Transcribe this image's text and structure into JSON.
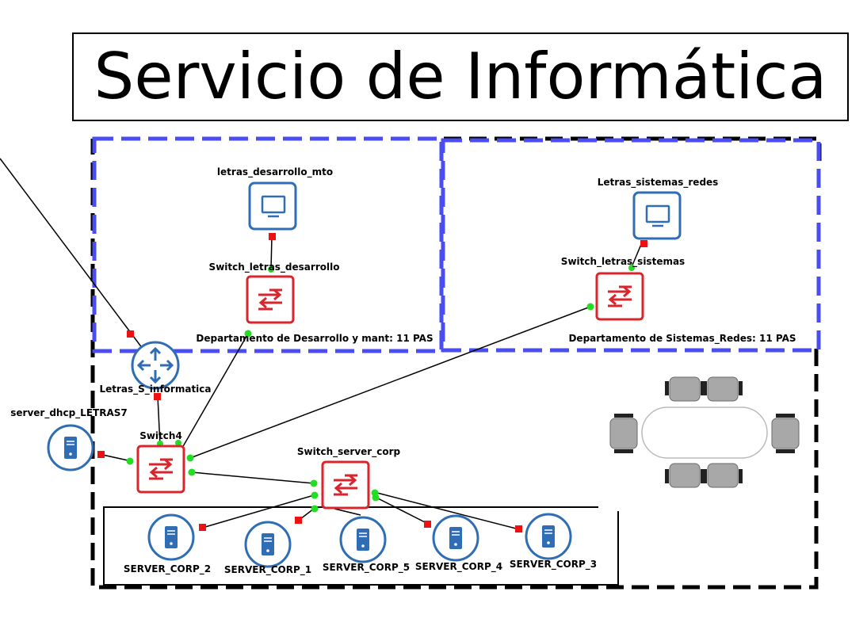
{
  "title": "Servicio de Informática",
  "colors": {
    "router": "#2f6db5",
    "switch": "#d9262c",
    "server": "#2f6db5",
    "pc": "#2f6db5",
    "zone_blue": "#4a4ef2",
    "link_up": "#22dd22",
    "link_down": "#ee1111"
  },
  "nodes": {
    "letras_desarrollo_mto": "letras_desarrollo_mto",
    "switch_letras_desarrollo": "Switch_letras_desarrollo",
    "dept_desarrollo": "Departamento de Desarrollo y mant: 11 PAS",
    "letras_sistemas_redes": "Letras_sistemas_redes",
    "switch_letras_sistemas": "Switch_letras_sistemas",
    "dept_sistemas": "Departamento de Sistemas_Redes: 11 PAS",
    "router": "Letras_S_informatica",
    "server_dhcp": "server_dhcp_LETRAS7",
    "switch4": "Switch4",
    "switch_server_corp": "Switch_server_corp",
    "server_corp_2": "SERVER_CORP_2",
    "server_corp_1": "SERVER_CORP_1",
    "server_corp_5": "SERVER_CORP_5",
    "server_corp_4": "SERVER_CORP_4",
    "server_corp_3": "SERVER_CORP_3"
  }
}
